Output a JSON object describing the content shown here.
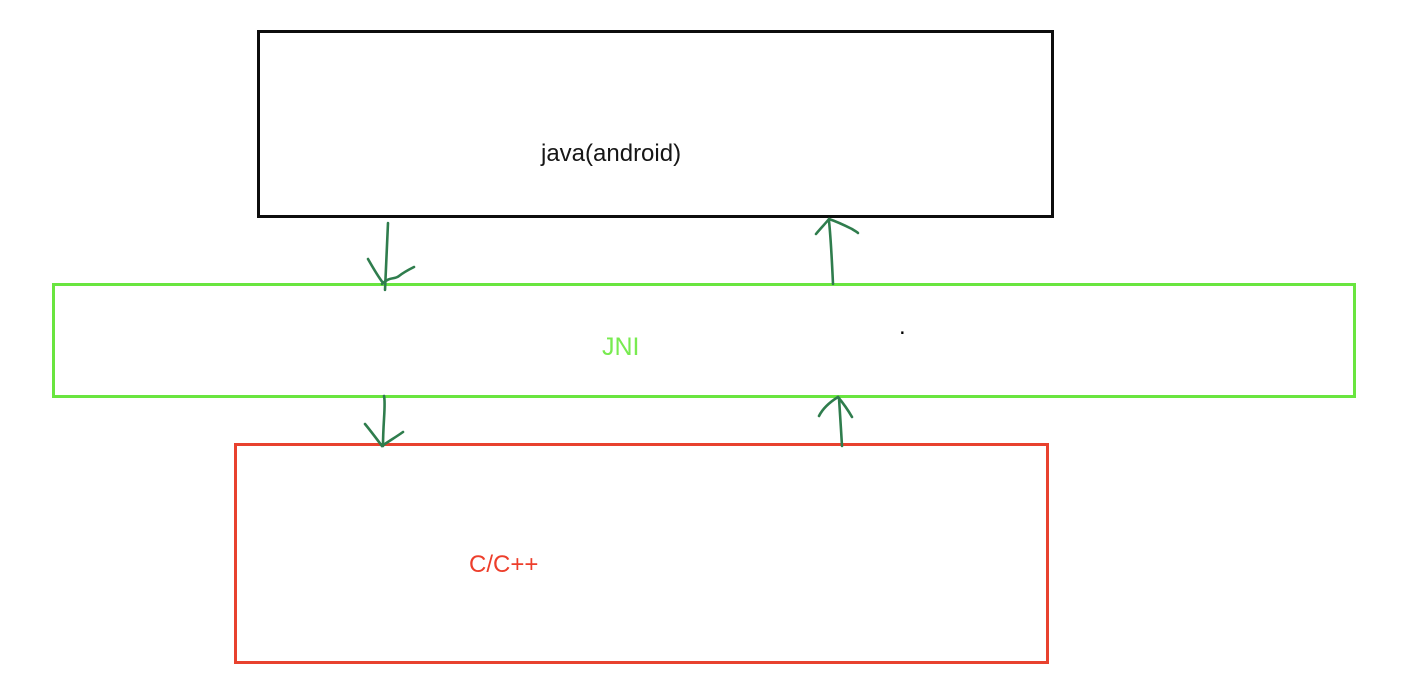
{
  "diagram": {
    "description": "Three-layer JNI architecture diagram: Java (Android) on top, JNI bridge in the middle, C/C++ native layer at the bottom, with bidirectional hand-drawn arrows between adjacent layers.",
    "boxes": {
      "java": {
        "label": "java(android)"
      },
      "jni": {
        "label": "JNI"
      },
      "cpp": {
        "label": "C/C++"
      }
    },
    "stray_mark": ".",
    "arrows": [
      {
        "from": "java(android)",
        "to": "JNI",
        "direction": "down"
      },
      {
        "from": "JNI",
        "to": "java(android)",
        "direction": "up"
      },
      {
        "from": "JNI",
        "to": "C/C++",
        "direction": "down"
      },
      {
        "from": "C/C++",
        "to": "JNI",
        "direction": "up"
      }
    ],
    "colors": {
      "background": "#ffffff",
      "java_box_border": "#0d0d0d",
      "java_text": "#161616",
      "jni_box_border": "#69e53f",
      "jni_text": "#78eb50",
      "cpp_box_border": "#e8412e",
      "cpp_text": "#ed3e2b",
      "arrow_stroke": "#2f7d4d"
    }
  }
}
